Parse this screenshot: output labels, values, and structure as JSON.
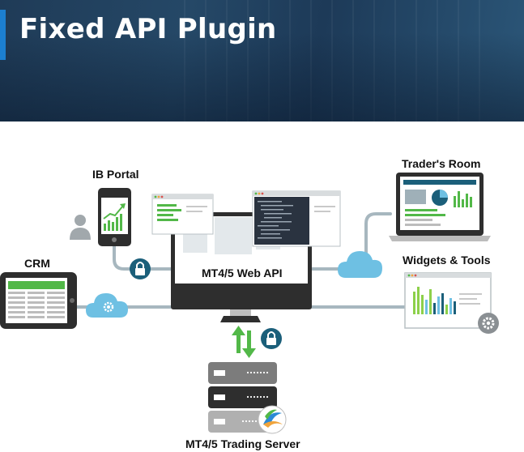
{
  "banner": {
    "title": "Fixed API Plugin"
  },
  "nodes": {
    "ib_portal": "IB Portal",
    "traders_room": "Trader's Room",
    "crm": "CRM",
    "widgets_tools": "Widgets & Tools",
    "web_api": "MT4/5 Web API",
    "trading_server": "MT4/5 Trading Server"
  },
  "colors": {
    "banner_bg": "#22425f",
    "accent_blue": "#1c7fd0",
    "green": "#52b848",
    "teal": "#1b5f7a",
    "cloud_blue": "#6ec0e3",
    "device_dark": "#333333",
    "connector_gray": "#a7b7bf"
  },
  "icons": [
    "lock-icon",
    "cloud-gear-icon",
    "user-icon",
    "sync-arrows-icon",
    "gear-icon",
    "metatrader-logo-icon"
  ]
}
